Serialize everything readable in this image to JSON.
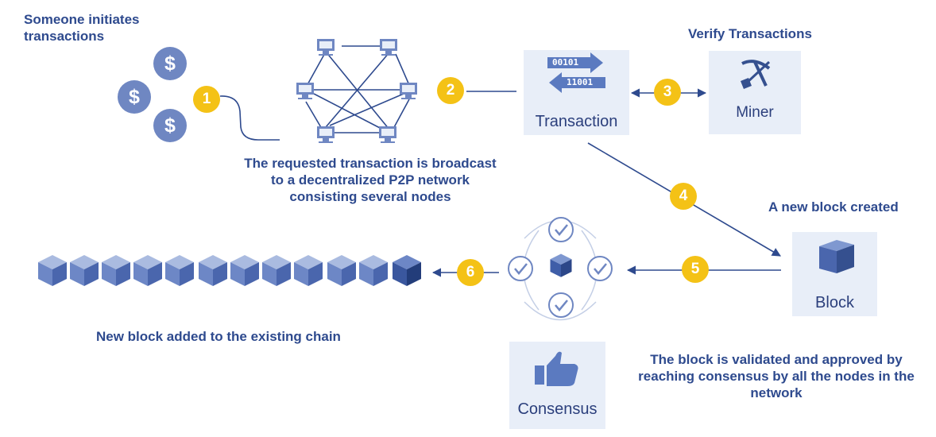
{
  "initiator": {
    "caption": [
      "Someone initiates",
      "transactions"
    ],
    "coin_symbol": "$"
  },
  "broadcast": {
    "caption": [
      "The requested transaction is broadcast",
      "to a decentralized P2P network",
      "consisting several nodes"
    ]
  },
  "transaction": {
    "label": "Transaction",
    "bits_top": "00101",
    "bits_bottom": "11001"
  },
  "miner": {
    "title": "Verify Transactions",
    "label": "Miner"
  },
  "block": {
    "title": "A new block created",
    "label": "Block"
  },
  "consensus": {
    "label": "Consensus",
    "caption": [
      "The block is validated and approved by",
      "reaching consensus by all the nodes in the",
      "network"
    ]
  },
  "chain": {
    "caption": "New block added to the existing chain"
  },
  "steps": [
    "1",
    "2",
    "3",
    "4",
    "5",
    "6"
  ],
  "colors": {
    "primary": "#2e4a8e",
    "card": "#e8eef8",
    "step": "#f4c216",
    "cube": "#5b7ac0",
    "cube_new": "#35508f"
  }
}
